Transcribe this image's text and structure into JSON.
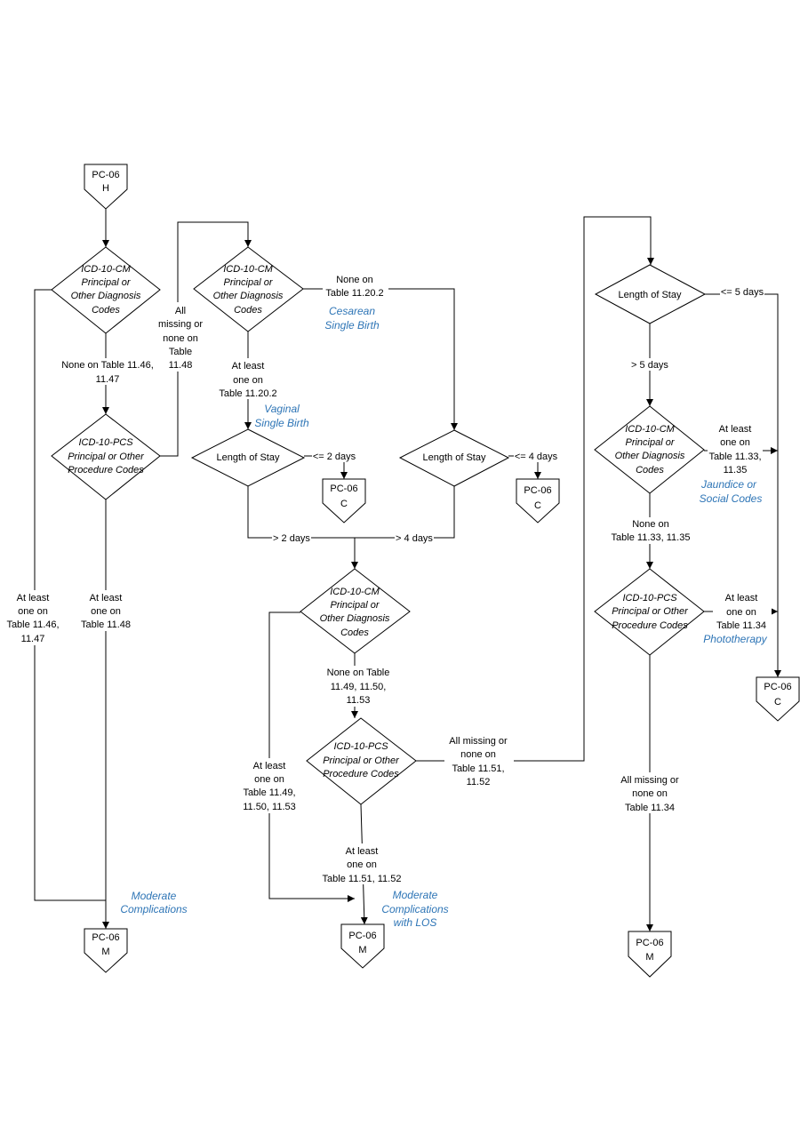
{
  "connectors": {
    "start_h": [
      "PC-06",
      "H"
    ],
    "moderate_m1": [
      "PC-06",
      "M"
    ],
    "vaginal_c": [
      "PC-06",
      "C"
    ],
    "cesarean_c": [
      "PC-06",
      "C"
    ],
    "los_m": [
      "PC-06",
      "M"
    ],
    "photo_c": [
      "PC-06",
      "C"
    ],
    "jaundice_m": [
      "PC-06",
      "M"
    ]
  },
  "decisions": {
    "d1": [
      "ICD-10-CM",
      "Principal or",
      "Other Diagnosis",
      "Codes"
    ],
    "d2": [
      "ICD-10-PCS",
      "Principal or Other",
      "Procedure Codes"
    ],
    "d3": [
      "ICD-10-CM",
      "Principal or",
      "Other Diagnosis",
      "Codes"
    ],
    "los_vaginal": [
      "Length of Stay"
    ],
    "los_cesarean": [
      "Length of Stay"
    ],
    "d4": [
      "ICD-10-CM",
      "Principal or",
      "Other Diagnosis",
      "Codes"
    ],
    "d5": [
      "ICD-10-PCS",
      "Principal or Other",
      "Procedure Codes"
    ],
    "los_right": [
      "Length of Stay"
    ],
    "d6": [
      "ICD-10-CM",
      "Principal or",
      "Other Diagnosis",
      "Codes"
    ],
    "d7": [
      "ICD-10-PCS",
      "Principal or Other",
      "Procedure Codes"
    ]
  },
  "edge_labels": {
    "none_1146": [
      "None on Table 11.46,",
      "11.47"
    ],
    "atleast_1146": [
      "At least",
      "one on",
      "Table 11.46,",
      "11.47"
    ],
    "atleast_1148": [
      "At least",
      "one on",
      "Table 11.48"
    ],
    "allmissing_1148": [
      "All",
      "missing or",
      "none on",
      "Table",
      "11.48"
    ],
    "none_11202": [
      "None on",
      "Table 11.20.2"
    ],
    "atleast_11202": [
      "At least",
      "one  on",
      "Table 11.20.2"
    ],
    "le2": [
      "<= 2 days"
    ],
    "le4": [
      "<= 4 days"
    ],
    "gt2": [
      "> 2 days"
    ],
    "gt4": [
      "> 4 days"
    ],
    "none_1149": [
      "None  on Table",
      "11.49, 11.50,",
      "11.53"
    ],
    "atleast_1149": [
      "At least",
      "one on",
      "Table 11.49,",
      "11.50, 11.53"
    ],
    "allmissing_1151": [
      "All missing or",
      "none  on",
      "Table 11.51,",
      "11.52"
    ],
    "atleast_1151": [
      "At least",
      "one on",
      "Table 11.51, 11.52"
    ],
    "le5": [
      "<= 5 days"
    ],
    "gt5": [
      "> 5 days"
    ],
    "atleast_1133": [
      "At least",
      "one on",
      "Table 11.33,",
      "11.35"
    ],
    "none_1133": [
      "None  on",
      "Table 11.33, 11.35"
    ],
    "atleast_1134": [
      "At least",
      "one on",
      "Table 11.34"
    ],
    "allmissing_1134": [
      "All missing or",
      "none on",
      "Table 11.34"
    ]
  },
  "annotations": {
    "cesarean": [
      "Cesarean",
      "Single Birth"
    ],
    "vaginal": [
      "Vaginal",
      "Single Birth"
    ],
    "moderate": [
      "Moderate",
      "Complications"
    ],
    "moderate_los": [
      "Moderate",
      "Complications",
      "with LOS"
    ],
    "jaundice": [
      "Jaundice or",
      "Social Codes"
    ],
    "phototherapy": [
      "Phototherapy"
    ]
  },
  "colors": {
    "annotation": "#2e75b6",
    "line": "#000000",
    "background": "#ffffff"
  }
}
